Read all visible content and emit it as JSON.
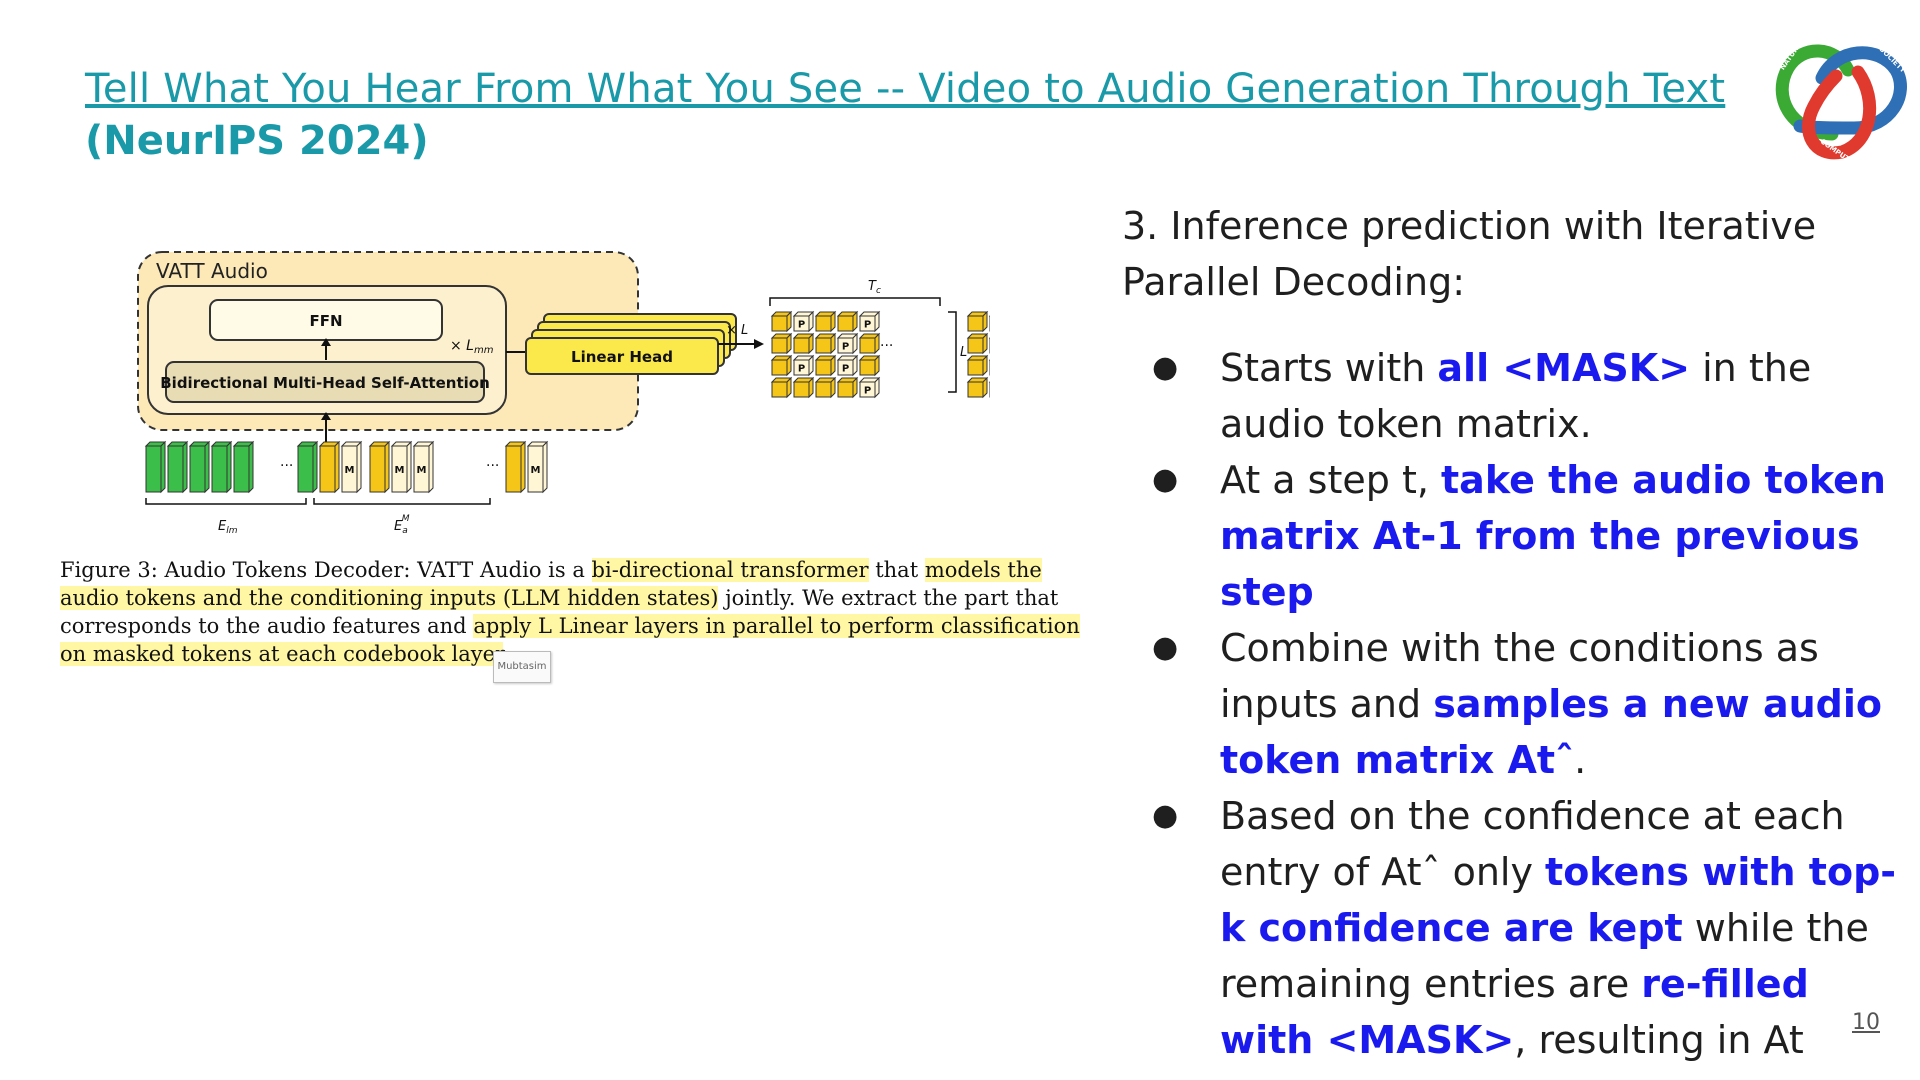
{
  "title": {
    "link_text": "Tell What You Hear From What You See -- Video to Audio Generation Through Text",
    "venue": "(NeurIPS 2024)"
  },
  "logo": {
    "icon": "trefoil-knot-logo",
    "words": [
      "NATURE",
      "SOCIETY",
      "COMPUTATION"
    ],
    "colors": {
      "green": "#3aaa35",
      "blue": "#2f6fb5",
      "red": "#e03a2f"
    }
  },
  "figure": {
    "box_title": "VATT Audio",
    "ffn_label": "FFN",
    "attention_label": "Bidirectional Multi-Head Self-Attention",
    "repeat_label": "× L",
    "repeat_sub": "mm",
    "linear_head_label": "Linear Head",
    "head_repeat_label": "× L",
    "mask_token": "M",
    "pad_token": "P",
    "ellipsis": "···",
    "tc_label": "T",
    "tc_sub": "c",
    "l_label": "L",
    "e_lm_label": "E",
    "e_lm_sub": "lm",
    "e_a_label": "E",
    "e_a_sub": "a",
    "e_a_sup": "M",
    "colors": {
      "box_fill": "#fde9b8",
      "token_green": "#3cbf4a",
      "token_yellow": "#f5c518",
      "head_fill": "#fbe84a"
    }
  },
  "caption": {
    "p1": "Figure 3: Audio Tokens Decoder: VATT Audio is a ",
    "h1": "bi-directional transformer",
    "p2": " that ",
    "h2": "models the audio tokens and the conditioning inputs (LLM hidden states)",
    "p3": " jointly. We extract the part that corresponds to the audio features and ",
    "h3": "apply L Linear layers in parallel to perform classification on masked tokens at each codebook layer",
    "p4": ".",
    "comment_tag": "Mubtasim"
  },
  "content": {
    "intro": "3. Inference prediction with Iterative Parallel Decoding:",
    "bullet_char": "●",
    "bullets": [
      {
        "a": "Starts with ",
        "b": "all <MASK>",
        "c": " in the audio token matrix.",
        "d": "",
        "e": ""
      },
      {
        "a": "At a step t, ",
        "b": "take the audio token matrix At-1 from the previous step",
        "c": "",
        "d": "",
        "e": ""
      },
      {
        "a": "Combine with the conditions as inputs and ",
        "b": "samples a new audio token matrix Atˆ",
        "c": ".",
        "d": "",
        "e": ""
      },
      {
        "a": "Based on the confidence at each entry of Atˆ only ",
        "b": "tokens with top-k confidence are kept",
        "c": " while the remaining entries are ",
        "d": "re-filled with <MASK>",
        "e": ", resulting in At"
      }
    ]
  },
  "page_number": "10"
}
